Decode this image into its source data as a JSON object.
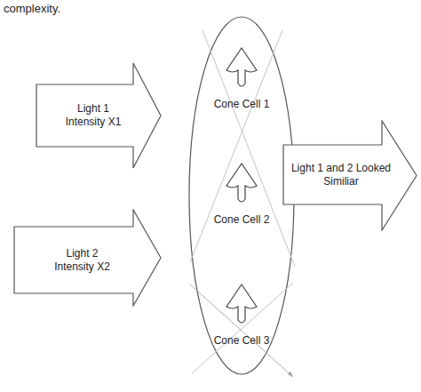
{
  "diagram": {
    "nodes": [
      {
        "text": [
          "Light 1 Intensity X1"
        ]
      },
      {
        "text": [
          "Light 2 Intensity X2"
        ]
      },
      {
        "text": [
          "Cone Cell 1"
        ]
      },
      {
        "text": [
          "Cone Cell 2"
        ]
      },
      {
        "text": [
          "Cone Cell 3"
        ]
      },
      {
        "text": [
          "Light 1 and 2 Looked Similiar"
        ]
      }
    ],
    "labels": [
      "complexity."
    ]
  }
}
